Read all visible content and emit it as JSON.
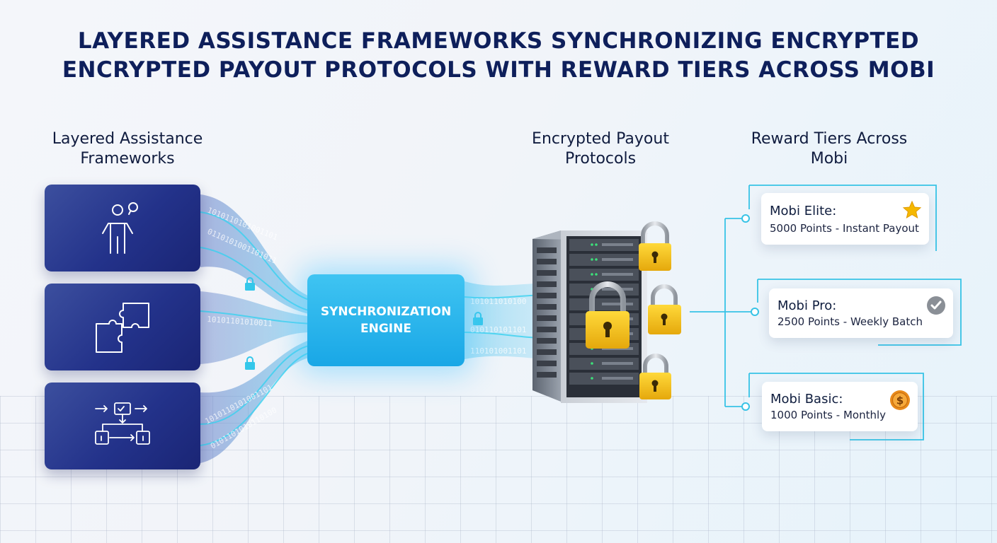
{
  "title": {
    "line1": "LAYERED ASSISTANCE FRAMEWORKS SYNCHRONIZING ENCRYPTED",
    "line2": "ENCRYPTED PAYOUT PROTOCOLS WITH REWARD TIERS ACROSS MOBI"
  },
  "columns": {
    "frameworks": {
      "line1": "Layered Assistance",
      "line2": "Frameworks"
    },
    "payout": {
      "line1": "Encrypted Payout",
      "line2": "Protocols"
    },
    "rewards": {
      "line1": "Reward Tiers Across",
      "line2": "Mobi"
    }
  },
  "frameworks": [
    {
      "icon": "assistant-person-icon"
    },
    {
      "icon": "puzzle-pieces-icon"
    },
    {
      "icon": "workflow-flowchart-icon"
    }
  ],
  "engine": {
    "line1": "SYNCHRONIZATION",
    "line2": "ENGINE"
  },
  "binary_stream": "1010110101001101010110",
  "tiers": [
    {
      "name": "Mobi Elite:",
      "desc": "5000 Points - Instant Payout",
      "badge": "star-icon",
      "badge_color": "#f5b800"
    },
    {
      "name": "Mobi Pro:",
      "desc": "2500 Points - Weekly Batch",
      "badge": "checkmark-icon",
      "badge_color": "#8a8f96"
    },
    {
      "name": "Mobi Basic:",
      "desc": "1000 Points - Monthly",
      "badge": "coin-dollar-icon",
      "badge_color": "#e88a1a"
    }
  ],
  "colors": {
    "navy": "#0e1f5b",
    "framework_card": "#23328a",
    "engine": "#1fb0ea",
    "cyan_accent": "#2ec7ea",
    "lock_gold": "#f2c21c"
  }
}
